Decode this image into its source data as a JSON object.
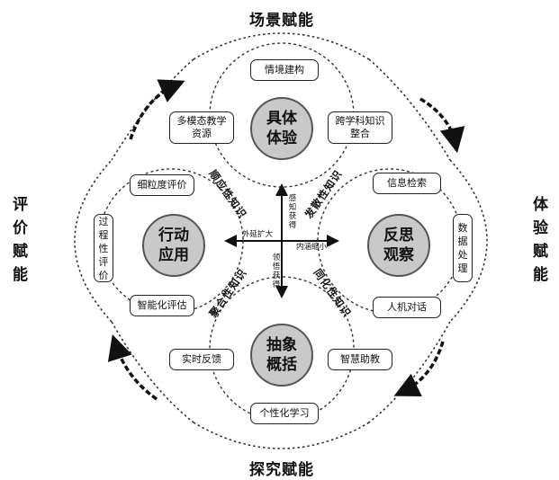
{
  "outer": {
    "top": "场景赋能",
    "right": "体验赋能",
    "bottom": "探究赋能",
    "left": "评价赋能"
  },
  "cores": {
    "top": "具体体验",
    "right": "反思观察",
    "bottom": "抽象概括",
    "left": "行动应用"
  },
  "nodes": {
    "top": [
      "情境建构",
      "多模态教学资源",
      "跨学科知识整合"
    ],
    "right": [
      "信息检索",
      "数据处理",
      "人机对话"
    ],
    "bottom": [
      "实时反馈",
      "智慧助教",
      "个性化学习"
    ],
    "left": [
      "细粒度评价",
      "过程性评价",
      "智能化评估"
    ]
  },
  "axes": {
    "up": "感知获得",
    "down": "领悟获得",
    "left": "外延扩大",
    "right": "内涵缩小"
  },
  "knowledge": {
    "top_left": "顺应性知识",
    "top_right": "发散性知识",
    "bottom_left": "聚合性知识",
    "bottom_right": "同化性知识"
  }
}
